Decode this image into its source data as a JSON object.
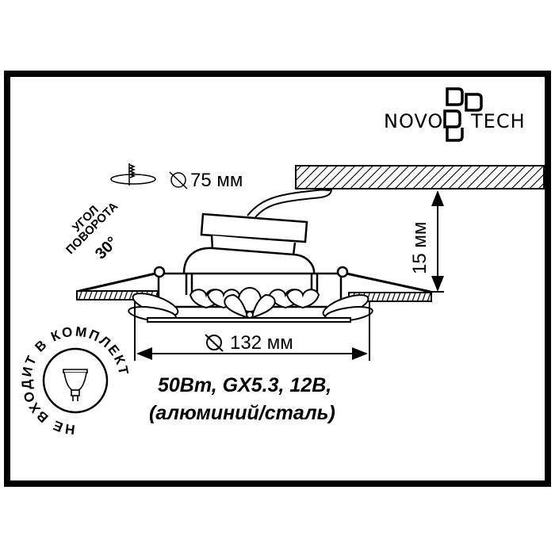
{
  "brand": {
    "logo_left": "NOVO",
    "logo_right": "TECH",
    "logo_mark": "DO-DO stacked symbol"
  },
  "mounting": {
    "cutout_icon": "ceiling-cutout-icon",
    "cutout_diameter_label": "75 мм",
    "rotation_label_line1": "УГОЛ",
    "rotation_label_line2": "ПОВОРОТА",
    "rotation_angle": "30°"
  },
  "dimensions": {
    "outer_diameter_label": "132 мм",
    "recess_depth_label": "15 мм",
    "diameter_symbol": "⌀"
  },
  "specs": {
    "line1": "50Вт, GX5.3, 12В,",
    "line2": "(алюминий/сталь)"
  },
  "lamp_badge": {
    "text": "НЕ ВХОДИТ В КОМПЛЕКТ",
    "icon": "mr16-bulb-icon"
  },
  "colors": {
    "ink": "#000000",
    "background": "#ffffff"
  }
}
